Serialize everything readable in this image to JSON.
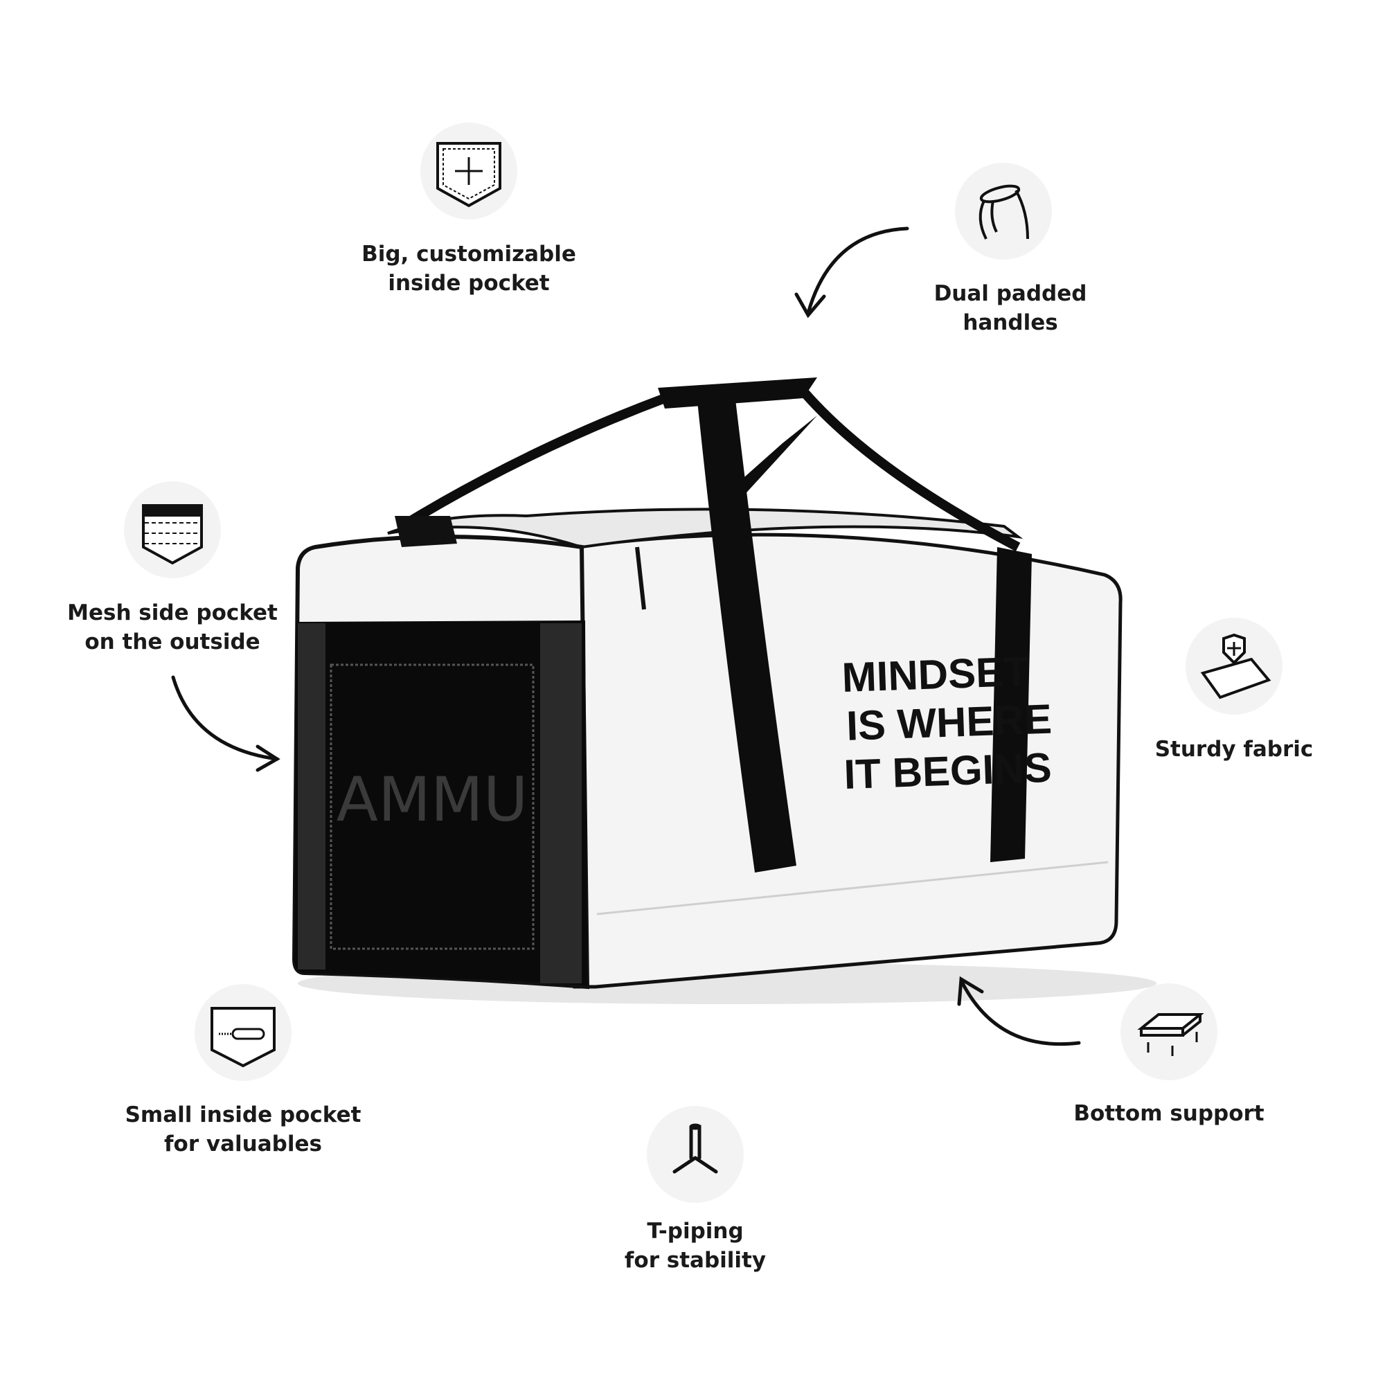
{
  "features": [
    {
      "icon": "pocket-arrows-icon",
      "lines": [
        "Big, customizable",
        "inside pocket"
      ]
    },
    {
      "icon": "handles-icon",
      "lines": [
        "Dual padded",
        "handles"
      ]
    },
    {
      "icon": "mesh-pocket-icon",
      "lines": [
        "Mesh side pocket",
        "on the outside"
      ]
    },
    {
      "icon": "shield-fabric-icon",
      "lines": [
        "Sturdy fabric"
      ]
    },
    {
      "icon": "zipper-pocket-icon",
      "lines": [
        "Small inside pocket",
        "for valuables"
      ]
    },
    {
      "icon": "t-pipe-icon",
      "lines": [
        "T-piping",
        "for stability"
      ]
    },
    {
      "icon": "bottom-support-icon",
      "lines": [
        "Bottom support"
      ]
    }
  ],
  "bag": {
    "slogan": [
      "MINDSET",
      "IS WHERE",
      "IT BEGINS"
    ],
    "logo": "AMMU",
    "body_color": "#f4f4f4",
    "trim_color": "#0d0d0d"
  }
}
